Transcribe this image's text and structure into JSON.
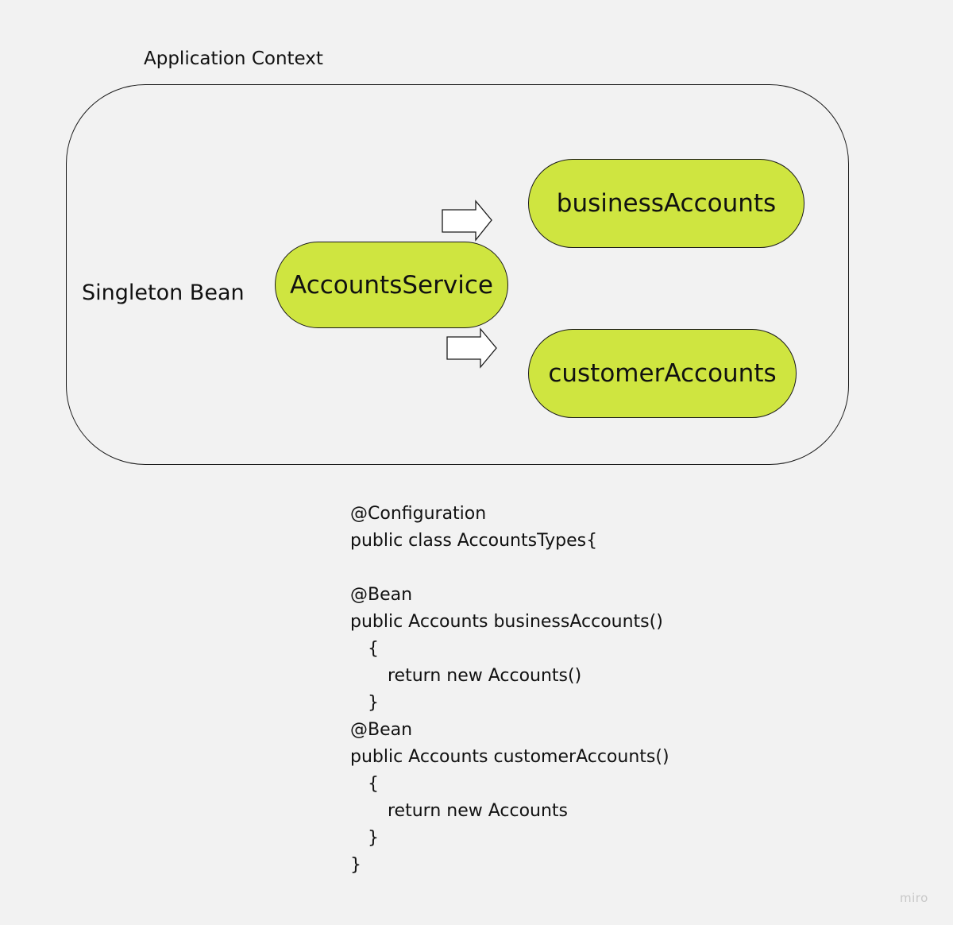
{
  "diagram": {
    "context_label": "Application Context",
    "scope_label": "Singleton Bean",
    "nodes": {
      "service": "AccountsService",
      "business": "businessAccounts",
      "customer": "customerAccounts"
    },
    "node_fill": "#cfe540",
    "edges": [
      {
        "from": "service",
        "to": "business"
      },
      {
        "from": "service",
        "to": "customer"
      }
    ]
  },
  "code": {
    "lines": [
      {
        "text": "@Configuration",
        "indent": 0
      },
      {
        "text": "public class AccountsTypes{",
        "indent": 0
      },
      {
        "text": "",
        "indent": 0
      },
      {
        "text": "@Bean",
        "indent": 0
      },
      {
        "text": "public Accounts businessAccounts()",
        "indent": 0
      },
      {
        "text": "{",
        "indent": 1
      },
      {
        "text": "return new Accounts()",
        "indent": 2
      },
      {
        "text": "}",
        "indent": 1
      },
      {
        "text": "@Bean",
        "indent": 0
      },
      {
        "text": "public Accounts customerAccounts()",
        "indent": 0
      },
      {
        "text": "{",
        "indent": 1
      },
      {
        "text": "return new Accounts",
        "indent": 2
      },
      {
        "text": "}",
        "indent": 1
      },
      {
        "text": "}",
        "indent": 0
      }
    ]
  },
  "watermark": "miro"
}
